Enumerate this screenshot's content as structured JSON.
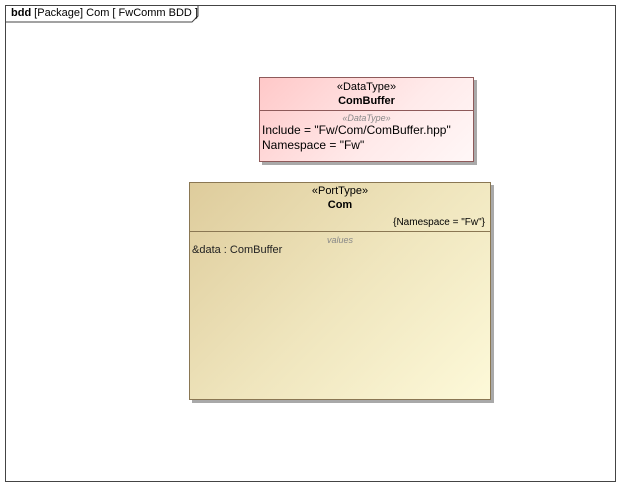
{
  "frame": {
    "kind": "bdd",
    "label": "[Package] Com [ FwComm BDD ]"
  },
  "blocks": [
    {
      "stereotype": "«DataType»",
      "name": "ComBuffer",
      "compartment_title": "«DataType»",
      "lines": [
        "Include = \"Fw/Com/ComBuffer.hpp\"",
        "Namespace = \"Fw\""
      ]
    },
    {
      "stereotype": "«PortType»",
      "name": "Com",
      "constraint": "{Namespace = \"Fw\"}",
      "compartment_title": "values",
      "lines": [
        "&data : ComBuffer"
      ]
    }
  ],
  "colors": {
    "datatype_fill": "#ffc8c8",
    "porttype_fill": "#decc9c",
    "frame_border": "#444444"
  }
}
